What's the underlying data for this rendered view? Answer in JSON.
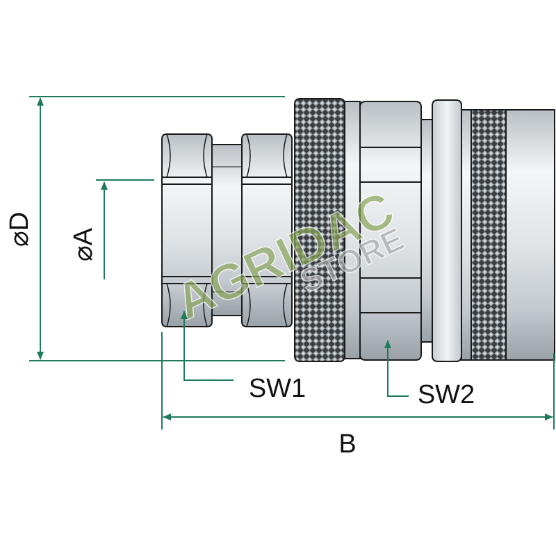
{
  "labels": {
    "dia_d": "⌀D",
    "dia_a": "⌀A",
    "sw1": "SW1",
    "sw2": "SW2",
    "b": "B"
  },
  "watermark": {
    "line1": "AGRIDAC",
    "line2": "STORE"
  },
  "colors": {
    "dimension": "#1e7a5a",
    "outline": "#1a1a1a",
    "metal_light": "#eef1f3",
    "metal_mid": "#c9ced3",
    "metal_dark": "#8e969c",
    "knurl": "#2a2a2a",
    "watermark_green": "#8aa55a",
    "watermark_gray": "#a8a8a8"
  }
}
